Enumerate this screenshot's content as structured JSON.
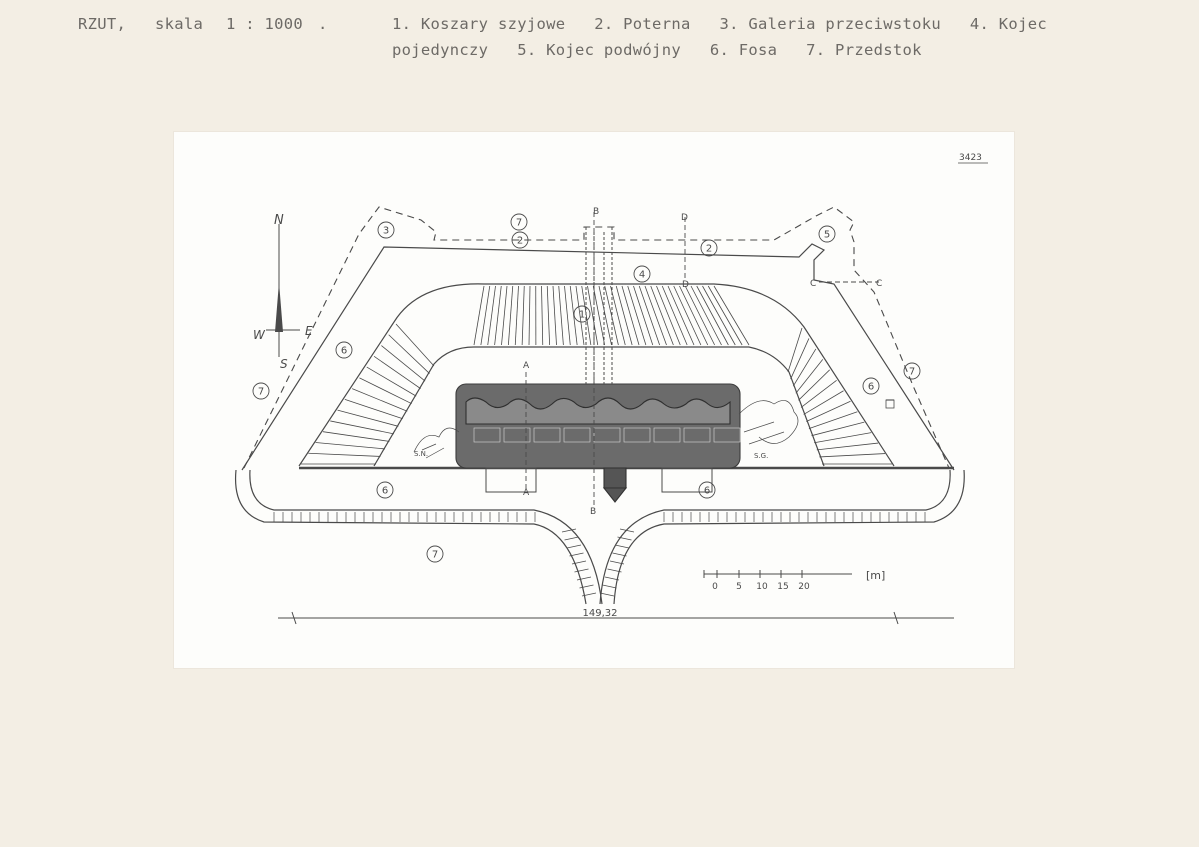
{
  "header": {
    "title": "RZUT,",
    "scale_label": "skala",
    "scale_value": "1 : 1000",
    "trailing_dot": ".",
    "legend_line_1": "1. Koszary szyjowe   2. Poterna   3. Galeria przeciwstoku   4. Kojec",
    "legend_line_2": "pojedynczy   5. Kojec podwójny   6. Fosa   7. Przedstok"
  },
  "plan": {
    "sheet_code": "3423",
    "compass": {
      "n": "N",
      "s": "S",
      "w": "W",
      "e": "E"
    },
    "section_marks": {
      "a": "A",
      "b": "B",
      "c": "C",
      "d": "D"
    },
    "zone_markers": [
      "1",
      "2",
      "3",
      "4",
      "5",
      "6",
      "7"
    ],
    "scale_bar": {
      "ticks": [
        "0",
        "5",
        "10",
        "15",
        "20"
      ],
      "unit": "[m]"
    },
    "dimension": "149,32",
    "mini_labels": {
      "left": "S.N.",
      "right": "S.G."
    }
  },
  "colors": {
    "paper": "#f3eee4",
    "sheet": "#fdfdfb",
    "ink": "#4a4a4a",
    "barracks": "#6b6b6b",
    "caption": "#6d6a66"
  }
}
